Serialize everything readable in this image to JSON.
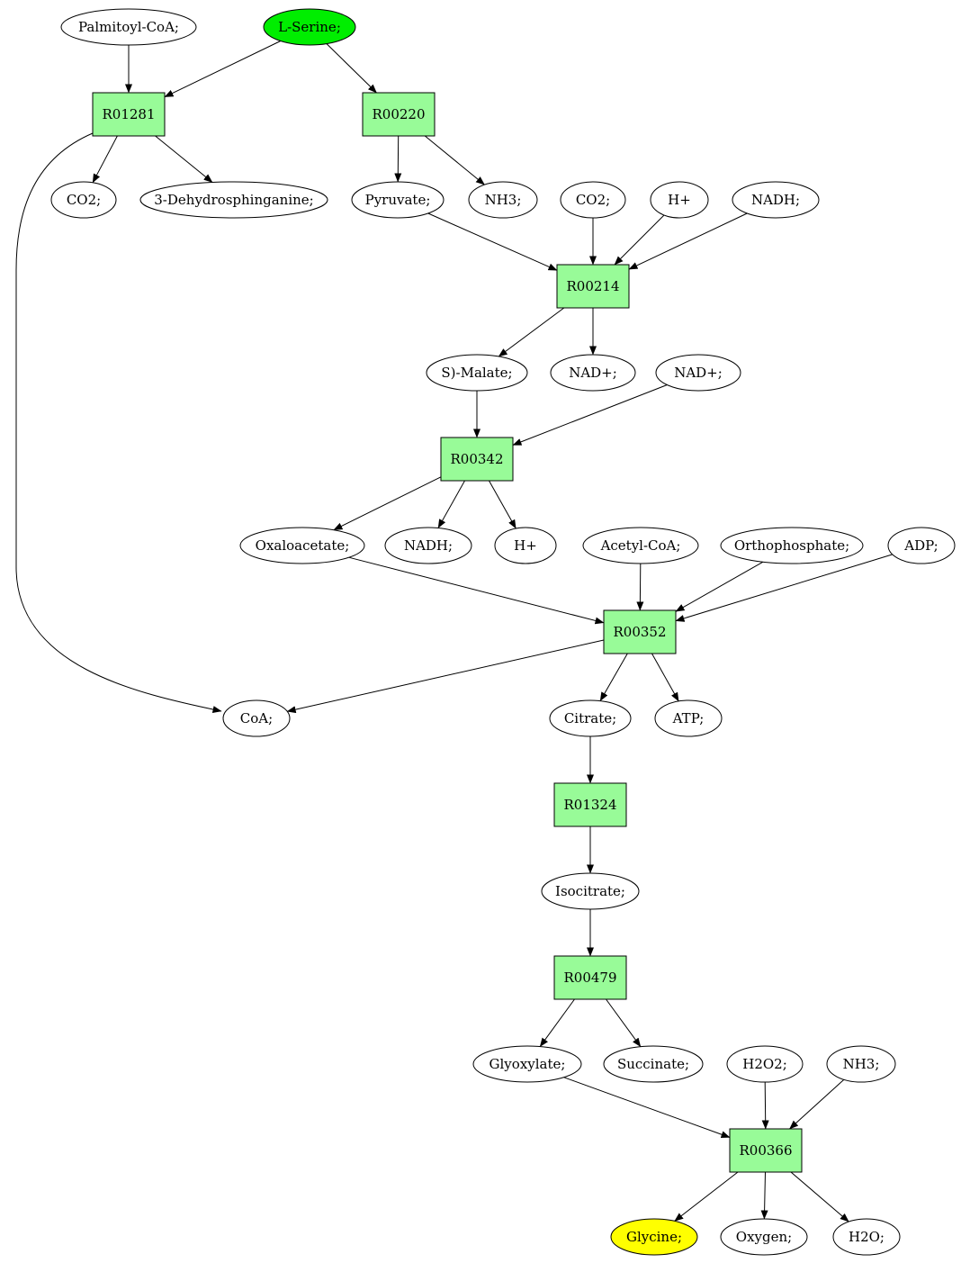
{
  "colors": {
    "reaction_fill": "#98fb98",
    "compound_fill": "#ffffff",
    "start_fill": "#00ee00",
    "end_fill": "#ffff00",
    "stroke": "#000000"
  },
  "nodes": {
    "palmitoyl_coa": {
      "label": "Palmitoyl-CoA;",
      "kind": "compound"
    },
    "l_serine": {
      "label": "L-Serine;",
      "kind": "start"
    },
    "r01281": {
      "label": "R01281",
      "kind": "reaction"
    },
    "r00220": {
      "label": "R00220",
      "kind": "reaction"
    },
    "co2_a": {
      "label": "CO2;",
      "kind": "compound"
    },
    "dehydrosphinganine": {
      "label": "3-Dehydrosphinganine;",
      "kind": "compound"
    },
    "pyruvate": {
      "label": "Pyruvate;",
      "kind": "compound"
    },
    "nh3_a": {
      "label": "NH3;",
      "kind": "compound"
    },
    "co2_b": {
      "label": "CO2;",
      "kind": "compound"
    },
    "h_plus_a": {
      "label": "H+",
      "kind": "compound"
    },
    "nadh_a": {
      "label": "NADH;",
      "kind": "compound"
    },
    "r00214": {
      "label": "R00214",
      "kind": "reaction"
    },
    "s_malate": {
      "label": "S)-Malate;",
      "kind": "compound"
    },
    "nad_a": {
      "label": "NAD+;",
      "kind": "compound"
    },
    "nad_b": {
      "label": "NAD+;",
      "kind": "compound"
    },
    "r00342": {
      "label": "R00342",
      "kind": "reaction"
    },
    "oxaloacetate": {
      "label": "Oxaloacetate;",
      "kind": "compound"
    },
    "nadh_b": {
      "label": "NADH;",
      "kind": "compound"
    },
    "h_plus_b": {
      "label": "H+",
      "kind": "compound"
    },
    "acetyl_coa": {
      "label": "Acetyl-CoA;",
      "kind": "compound"
    },
    "orthophosphate": {
      "label": "Orthophosphate;",
      "kind": "compound"
    },
    "adp": {
      "label": "ADP;",
      "kind": "compound"
    },
    "r00352": {
      "label": "R00352",
      "kind": "reaction"
    },
    "coa": {
      "label": "CoA;",
      "kind": "compound"
    },
    "citrate": {
      "label": "Citrate;",
      "kind": "compound"
    },
    "atp": {
      "label": "ATP;",
      "kind": "compound"
    },
    "r01324": {
      "label": "R01324",
      "kind": "reaction"
    },
    "isocitrate": {
      "label": "Isocitrate;",
      "kind": "compound"
    },
    "r00479": {
      "label": "R00479",
      "kind": "reaction"
    },
    "glyoxylate": {
      "label": "Glyoxylate;",
      "kind": "compound"
    },
    "succinate": {
      "label": "Succinate;",
      "kind": "compound"
    },
    "h2o2": {
      "label": "H2O2;",
      "kind": "compound"
    },
    "nh3_b": {
      "label": "NH3;",
      "kind": "compound"
    },
    "r00366": {
      "label": "R00366",
      "kind": "reaction"
    },
    "glycine": {
      "label": "Glycine;",
      "kind": "end"
    },
    "oxygen": {
      "label": "Oxygen;",
      "kind": "compound"
    },
    "h2o": {
      "label": "H2O;",
      "kind": "compound"
    }
  },
  "edges": [
    [
      "palmitoyl_coa",
      "r01281"
    ],
    [
      "l_serine",
      "r01281"
    ],
    [
      "l_serine",
      "r00220"
    ],
    [
      "r01281",
      "co2_a"
    ],
    [
      "r01281",
      "dehydrosphinganine"
    ],
    [
      "r01281",
      "coa"
    ],
    [
      "r00220",
      "pyruvate"
    ],
    [
      "r00220",
      "nh3_a"
    ],
    [
      "pyruvate",
      "r00214"
    ],
    [
      "co2_b",
      "r00214"
    ],
    [
      "h_plus_a",
      "r00214"
    ],
    [
      "nadh_a",
      "r00214"
    ],
    [
      "r00214",
      "s_malate"
    ],
    [
      "r00214",
      "nad_a"
    ],
    [
      "s_malate",
      "r00342"
    ],
    [
      "nad_b",
      "r00342"
    ],
    [
      "r00342",
      "oxaloacetate"
    ],
    [
      "r00342",
      "nadh_b"
    ],
    [
      "r00342",
      "h_plus_b"
    ],
    [
      "oxaloacetate",
      "r00352"
    ],
    [
      "acetyl_coa",
      "r00352"
    ],
    [
      "orthophosphate",
      "r00352"
    ],
    [
      "adp",
      "r00352"
    ],
    [
      "r00352",
      "coa"
    ],
    [
      "r00352",
      "citrate"
    ],
    [
      "r00352",
      "atp"
    ],
    [
      "citrate",
      "r01324"
    ],
    [
      "r01324",
      "isocitrate"
    ],
    [
      "isocitrate",
      "r00479"
    ],
    [
      "r00479",
      "glyoxylate"
    ],
    [
      "r00479",
      "succinate"
    ],
    [
      "glyoxylate",
      "r00366"
    ],
    [
      "h2o2",
      "r00366"
    ],
    [
      "nh3_b",
      "r00366"
    ],
    [
      "r00366",
      "glycine"
    ],
    [
      "r00366",
      "oxygen"
    ],
    [
      "r00366",
      "h2o"
    ]
  ]
}
